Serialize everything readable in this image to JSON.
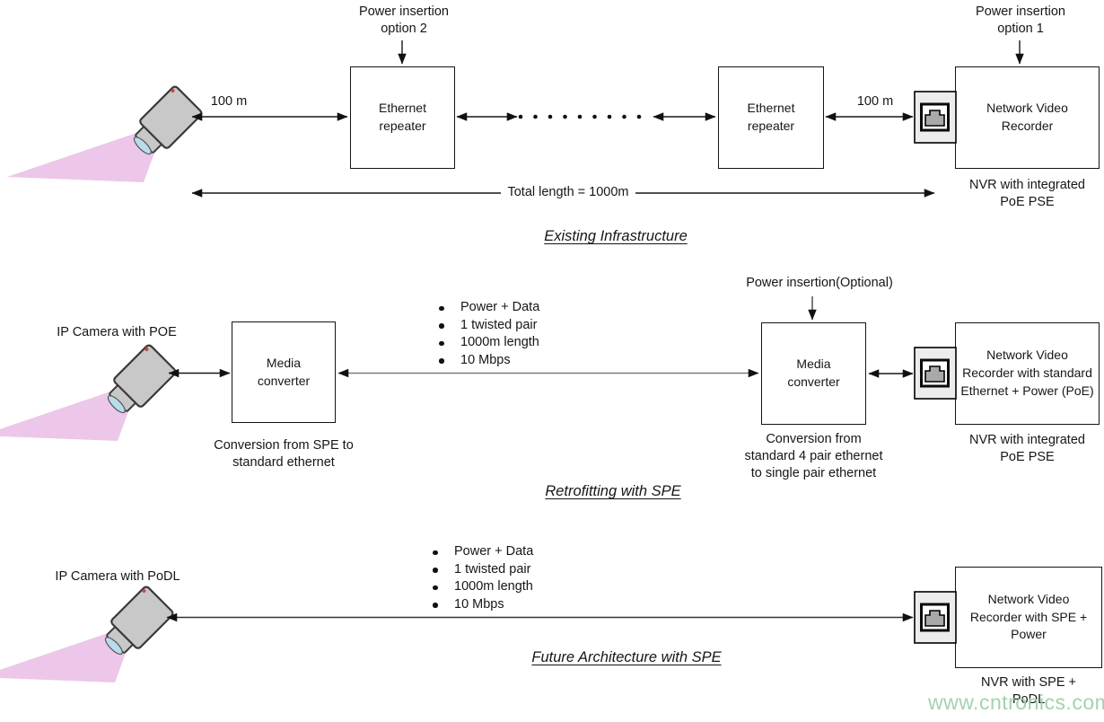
{
  "diagram1": {
    "title": "Existing Infrastructure",
    "power_option2": [
      "Power insertion",
      "option 2"
    ],
    "power_option1": [
      "Power insertion",
      "option 1"
    ],
    "repeater_label": "Ethernet repeater",
    "distance_left": "100 m",
    "distance_right": "100 m",
    "nvr_label": "Network Video Recorder",
    "nvr_caption": [
      "NVR with integrated",
      "PoE PSE"
    ],
    "total_length": "Total length = 1000m"
  },
  "diagram2": {
    "title": "Retrofitting with SPE",
    "camera_label": "IP Camera with POE",
    "media_converter_label": "Media converter",
    "mc_left_caption": [
      "Conversion from SPE to",
      "standard ethernet"
    ],
    "link_bullets": [
      "Power + Data",
      "1 twisted pair",
      "1000m length",
      "10 Mbps"
    ],
    "power_optional": "Power insertion(Optional)",
    "mc_right_caption": [
      "Conversion from",
      "standard 4 pair ethernet",
      "to single pair ethernet"
    ],
    "nvr_label": "Network Video Recorder with standard Ethernet + Power (PoE)",
    "nvr_caption": [
      "NVR with integrated",
      "PoE PSE"
    ]
  },
  "diagram3": {
    "title": "Future Architecture with SPE",
    "camera_label": "IP Camera with PoDL",
    "link_bullets": [
      "Power + Data",
      "1 twisted pair",
      "1000m length",
      "10 Mbps"
    ],
    "nvr_label": "Network Video Recorder with SPE + Power",
    "nvr_caption": [
      "NVR with SPE +",
      "PoDL"
    ]
  },
  "watermark": "www.cntronics.com",
  "icons": {
    "camera": "ip-camera-icon",
    "jack": "rj45-jack-icon"
  },
  "colors": {
    "camera_body": "#c8c8c8",
    "camera_beam": "#ecc7e9",
    "camera_lens": "#b9dcec",
    "jack_fill": "#ececec",
    "plug_fill": "#a9a9a9",
    "line": "#1a1a1a",
    "gray_line": "#7a7a7a",
    "watermark": "#9ccfa4"
  }
}
